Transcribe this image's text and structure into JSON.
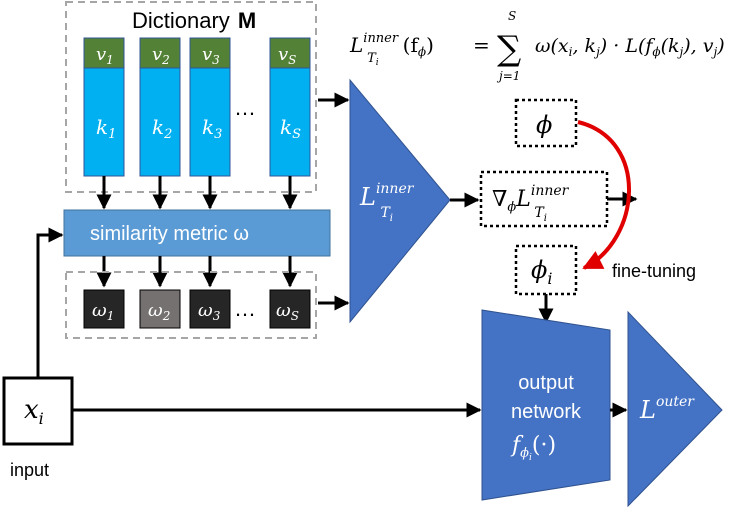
{
  "dictionary": {
    "title": "Dictionary",
    "title_symbol": "M",
    "value_labels": [
      "v",
      "v",
      "v",
      "v"
    ],
    "value_subs": [
      "1",
      "2",
      "3",
      "S"
    ],
    "key_labels": [
      "k",
      "k",
      "k",
      "k"
    ],
    "key_subs": [
      "1",
      "2",
      "3",
      "S"
    ],
    "ellipsis": "…"
  },
  "similarity": {
    "label": "similarity metric ω"
  },
  "weights": {
    "labels": [
      "ω",
      "ω",
      "ω",
      "ω"
    ],
    "subs": [
      "1",
      "2",
      "3",
      "S"
    ],
    "ellipsis": "…"
  },
  "input": {
    "symbol": "x",
    "sub": "i",
    "caption": "input"
  },
  "inner_loss": {
    "main": "L",
    "sup": "inner",
    "sub": "T",
    "subsub": "i"
  },
  "formula": {
    "lhs": "L",
    "lhs_sup": "inner",
    "lhs_sub": "T",
    "lhs_subsub": "i",
    "lhs_arg": "(f",
    "lhs_arg_sub": "ϕ",
    "lhs_close": ")",
    "equals": "=",
    "sum": "∑",
    "sum_top": "S",
    "sum_bottom": "j=1",
    "rhs": "ω(x",
    "rhs_sub1": "i",
    "rhs_mid": ", k",
    "rhs_sub2": "j",
    "rhs_mid2": ") · L(f",
    "rhs_sub3": "ϕ",
    "rhs_mid3": "(k",
    "rhs_sub4": "j",
    "rhs_mid4": "), v",
    "rhs_sub5": "j",
    "rhs_end": ")"
  },
  "phi": {
    "symbol": "ϕ"
  },
  "gradient": {
    "nabla": "∇",
    "nabla_sub": "ϕ",
    "main": "L",
    "sup": "inner",
    "sub": "T",
    "subsub": "i"
  },
  "phi_i": {
    "symbol": "ϕ",
    "sub": "i"
  },
  "fine_tuning": {
    "label": "fine-tuning"
  },
  "output_network": {
    "line1": "output",
    "line2": "network",
    "func": "f",
    "func_sub": "ϕ",
    "func_subsub": "i",
    "func_arg": "(·)"
  },
  "outer_loss": {
    "main": "L",
    "sup": "outer"
  },
  "colors": {
    "value_green": "#538135",
    "key_blue": "#00b0f0",
    "block_blue": "#4472c4",
    "similarity_blue": "#5b9bd5",
    "weight_dark": "#262626",
    "weight_gray": "#767171",
    "fine_tune_red": "#e00000"
  }
}
